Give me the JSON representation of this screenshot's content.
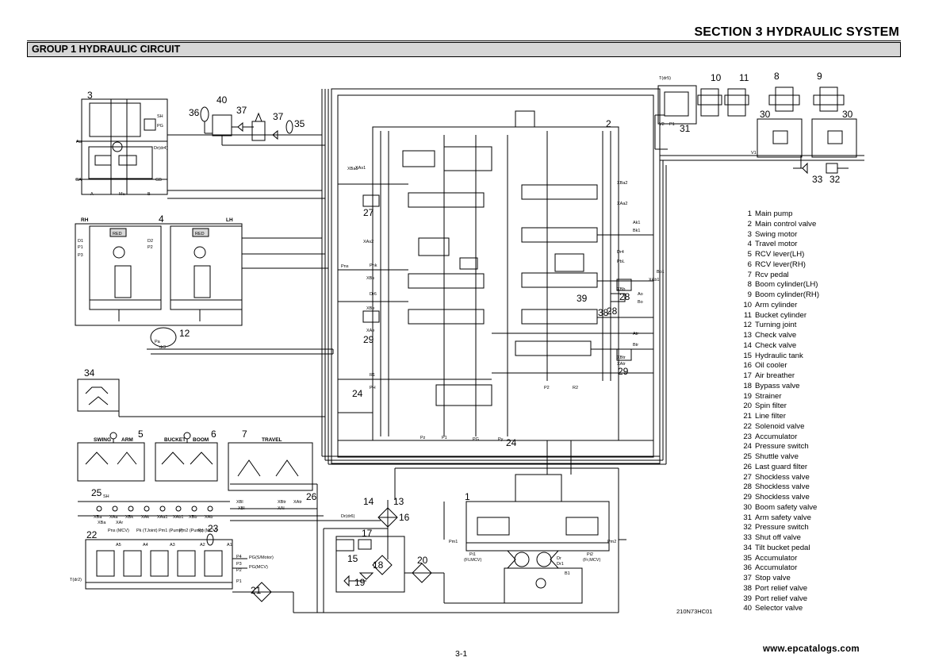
{
  "header": {
    "section_title": "SECTION 3 HYDRAULIC SYSTEM",
    "group_title": "GROUP 1 HYDRAULIC CIRCUIT"
  },
  "legend": [
    {
      "num": "1",
      "label": "Main pump"
    },
    {
      "num": "2",
      "label": "Main control valve"
    },
    {
      "num": "3",
      "label": "Swing motor"
    },
    {
      "num": "4",
      "label": "Travel motor"
    },
    {
      "num": "5",
      "label": "RCV lever(LH)"
    },
    {
      "num": "6",
      "label": "RCV lever(RH)"
    },
    {
      "num": "7",
      "label": "Rcv pedal"
    },
    {
      "num": "8",
      "label": "Boom cylinder(LH)"
    },
    {
      "num": "9",
      "label": "Boom cylinder(RH)"
    },
    {
      "num": "10",
      "label": "Arm cylinder"
    },
    {
      "num": "11",
      "label": "Bucket cylinder"
    },
    {
      "num": "12",
      "label": "Turning joint"
    },
    {
      "num": "13",
      "label": "Check valve"
    },
    {
      "num": "14",
      "label": "Check valve"
    },
    {
      "num": "15",
      "label": "Hydraulic tank"
    },
    {
      "num": "16",
      "label": "Oil cooler"
    },
    {
      "num": "17",
      "label": "Air breather"
    },
    {
      "num": "18",
      "label": "Bypass valve"
    },
    {
      "num": "19",
      "label": "Strainer"
    },
    {
      "num": "20",
      "label": "Spin filter"
    },
    {
      "num": "21",
      "label": "Line filter"
    },
    {
      "num": "22",
      "label": "Solenoid valve"
    },
    {
      "num": "23",
      "label": "Accumulator"
    },
    {
      "num": "24",
      "label": "Pressure switch"
    },
    {
      "num": "25",
      "label": "Shuttle valve"
    },
    {
      "num": "26",
      "label": "Last guard filter"
    },
    {
      "num": "27",
      "label": "Shockless valve"
    },
    {
      "num": "28",
      "label": "Shockless valve"
    },
    {
      "num": "29",
      "label": "Shockless valve"
    },
    {
      "num": "30",
      "label": "Boom safety valve"
    },
    {
      "num": "31",
      "label": "Arm safety valve"
    },
    {
      "num": "32",
      "label": "Pressure switch"
    },
    {
      "num": "33",
      "label": "Shut off valve"
    },
    {
      "num": "34",
      "label": "Tilt bucket pedal"
    },
    {
      "num": "35",
      "label": "Accumulator"
    },
    {
      "num": "36",
      "label": "Accumulator"
    },
    {
      "num": "37",
      "label": "Stop valve"
    },
    {
      "num": "38",
      "label": "Port relief valve"
    },
    {
      "num": "39",
      "label": "Port relief valve"
    },
    {
      "num": "40",
      "label": "Selector valve"
    }
  ],
  "diagram": {
    "drawing_code": "210N73HC01",
    "callouts": [
      "1",
      "2",
      "3",
      "4",
      "5",
      "6",
      "7",
      "8",
      "9",
      "10",
      "11",
      "12",
      "13",
      "14",
      "15",
      "16",
      "17",
      "18",
      "19",
      "20",
      "21",
      "22",
      "23",
      "24",
      "24",
      "25",
      "26",
      "27",
      "28",
      "28",
      "29",
      "29",
      "30",
      "30",
      "31",
      "32",
      "33",
      "34",
      "35",
      "36",
      "37",
      "37",
      "38",
      "39",
      "40"
    ],
    "block_labels": [
      "RH",
      "LH",
      "SWING",
      "ARM",
      "BUCKET",
      "BOOM",
      "TRAVEL",
      "RED",
      "RED"
    ],
    "small_labels": [
      "Au",
      "Dr(dr4)",
      "GA",
      "GB",
      "A",
      "Mu",
      "B",
      "SH",
      "PG",
      "D1",
      "P1",
      "D2",
      "P2",
      "P3",
      "Pa",
      "dr3",
      "T(dr5)",
      "V2",
      "P1",
      "V1",
      "Pm1",
      "Pm2",
      "Pi1",
      "Pi2",
      "(FLMCV)",
      "(Fr,MCV)",
      "Dr",
      "Dr1",
      "B1",
      "XBa",
      "XAa",
      "XBk",
      "XAk",
      "XAa1",
      "XAb1",
      "XBb",
      "XAb",
      "XBl",
      "XBtr",
      "XAtr",
      "XBa1",
      "XBa2",
      "XAa2",
      "Ak1",
      "Bk1",
      "PbL",
      "Dr4",
      "Bb1",
      "XAb1",
      "Ao",
      "Bo",
      "Atr",
      "Btr",
      "R1",
      "R2",
      "P2",
      "P1",
      "Pz",
      "PG",
      "Py",
      "PH",
      "Pnk",
      "Pns",
      "A1",
      "A2",
      "A3",
      "A4",
      "A5",
      "P1",
      "P4",
      "P3",
      "P2",
      "T(dr2)",
      "PG(S/Motor)",
      "PG(MCV)",
      "Pns (MCV)",
      "Pk (TJoint)",
      "Pm1 (Pump)",
      "Pm2 (Pump)",
      "Pz (MCV)",
      "Dr6",
      "Dr(dr6)",
      "XAs1",
      "XBs",
      "XAs2",
      "XBe",
      "XAe",
      "XBb",
      "XBl",
      "XAl",
      "XBtr",
      "XAtr",
      "XBa",
      "XAr",
      "SH"
    ]
  },
  "footer": {
    "page_number": "3-1",
    "watermark": "www.epcatalogs.com"
  },
  "colors": {
    "ink": "#000000",
    "group_bar": "#d6d6d6",
    "pilot_fill": "#bdbdbd"
  }
}
